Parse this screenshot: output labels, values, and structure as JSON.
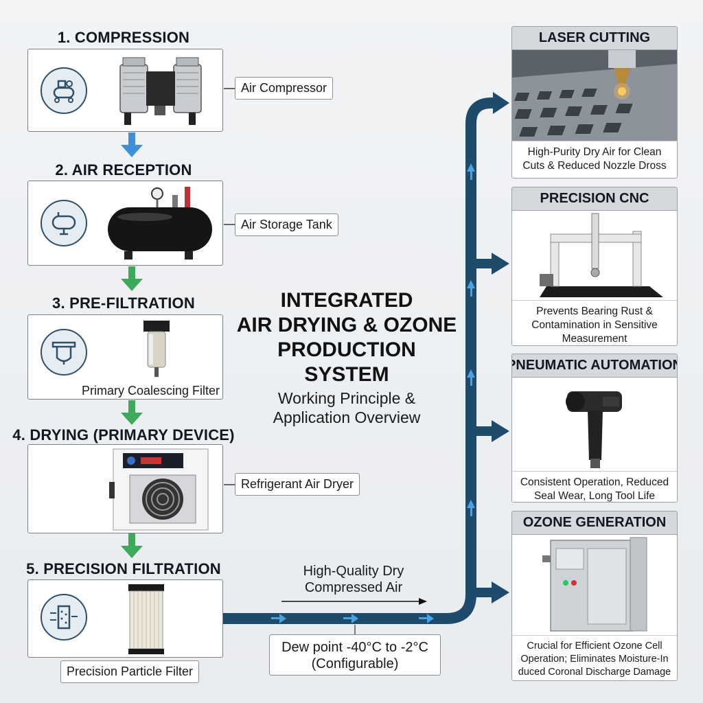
{
  "title": {
    "line1": "INTEGRATED",
    "line2": "AIR DRYING & OZONE",
    "line3": "PRODUCTION",
    "line4": "SYSTEM",
    "sub1": "Working Principle &",
    "sub2": "Application Overview"
  },
  "stages": [
    {
      "title": "1. COMPRESSION",
      "label": "Air Compressor",
      "icon": "compressor-icon"
    },
    {
      "title": "2. AIR RECEPTION",
      "label": "Air Storage Tank",
      "icon": "tank-icon"
    },
    {
      "title": "3. PRE-FILTRATION",
      "label": "Primary Coalescing Filter",
      "icon": "filter-icon"
    },
    {
      "title": "4. DRYING (PRIMARY DEVICE)",
      "label": "Refrigerant Air Dryer",
      "icon": "dryer-icon"
    },
    {
      "title": "5. PRECISION FILTRATION",
      "label": "Precision Particle Filter",
      "icon": "precision-filter-icon"
    }
  ],
  "flow": {
    "text1": "High-Quality Dry",
    "text2": "Compressed Air",
    "dew1": "Dew point -40°C to -2°C",
    "dew2": "(Configurable)"
  },
  "applications": [
    {
      "title": "LASER CUTTING",
      "desc1": "High-Purity Dry Air for Clean",
      "desc2": "Cuts & Reduced Nozzle Dross",
      "desc3": ""
    },
    {
      "title": "PRECISION CNC",
      "desc1": "Prevents Bearing Rust &",
      "desc2": "Contamination in Sensitive",
      "desc3": "Measurement"
    },
    {
      "title": "PNEUMATIC AUTOMATION",
      "desc1": "Consistent Operation, Reduced",
      "desc2": "Seal Wear, Long Tool Life",
      "desc3": ""
    },
    {
      "title": "OZONE GENERATION",
      "desc1": "Crucial for Efficient Ozone Cell",
      "desc2": "Operation; Eliminates Moisture-In",
      "desc3": "duced Coronal Discharge Damage"
    }
  ],
  "colors": {
    "pipe": "#1e4a6c",
    "arrow_blue": "#3f8fd6",
    "arrow_green": "#3ea85b",
    "accent_arrow": "#4aa3e0"
  }
}
